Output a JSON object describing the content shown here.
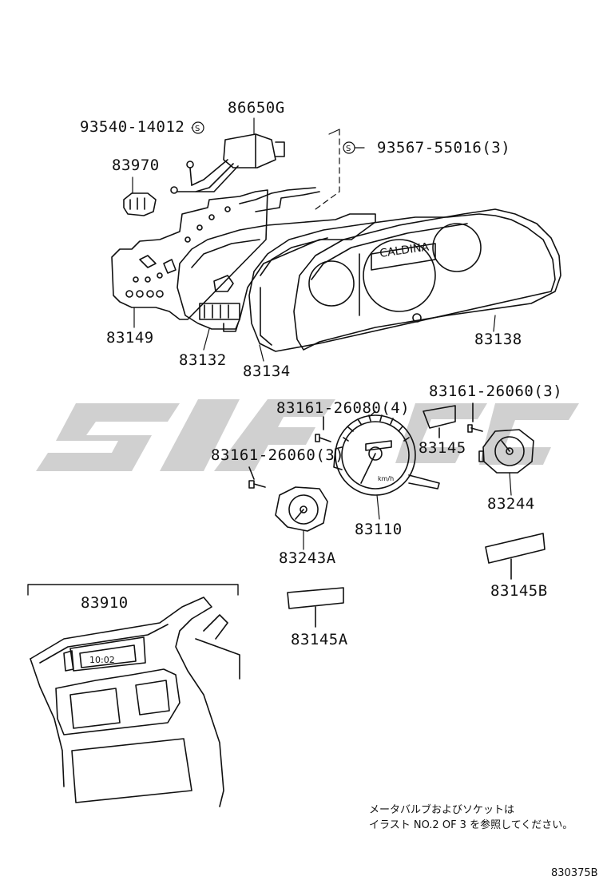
{
  "labels": {
    "p86650G": "86650G",
    "p93540": "93540-14012",
    "p93567": "93567-55016(3)",
    "p83970": "83970",
    "p83149": "83149",
    "p83132": "83132",
    "p83134": "83134",
    "p83138": "83138",
    "p83161_80": "83161-26080(4)",
    "p83161_60a": "83161-26060(3)",
    "p83161_60b": "83161-26060(3)",
    "p83145": "83145",
    "p83244": "83244",
    "p83110": "83110",
    "p83243A": "83243A",
    "p83145B": "83145B",
    "p83145A": "83145A",
    "p83910": "83910"
  },
  "panel_text": "CALDINA",
  "gauge_unit": "km/h",
  "screw_symbol": "S",
  "note": {
    "line1": "メータバルブおよびソケットは",
    "line2": "イラスト NO.2 OF 3 を参照してください。"
  },
  "diagram_ref": "830375B",
  "colors": {
    "line": "#111111",
    "watermark": "#c8c8c8"
  }
}
